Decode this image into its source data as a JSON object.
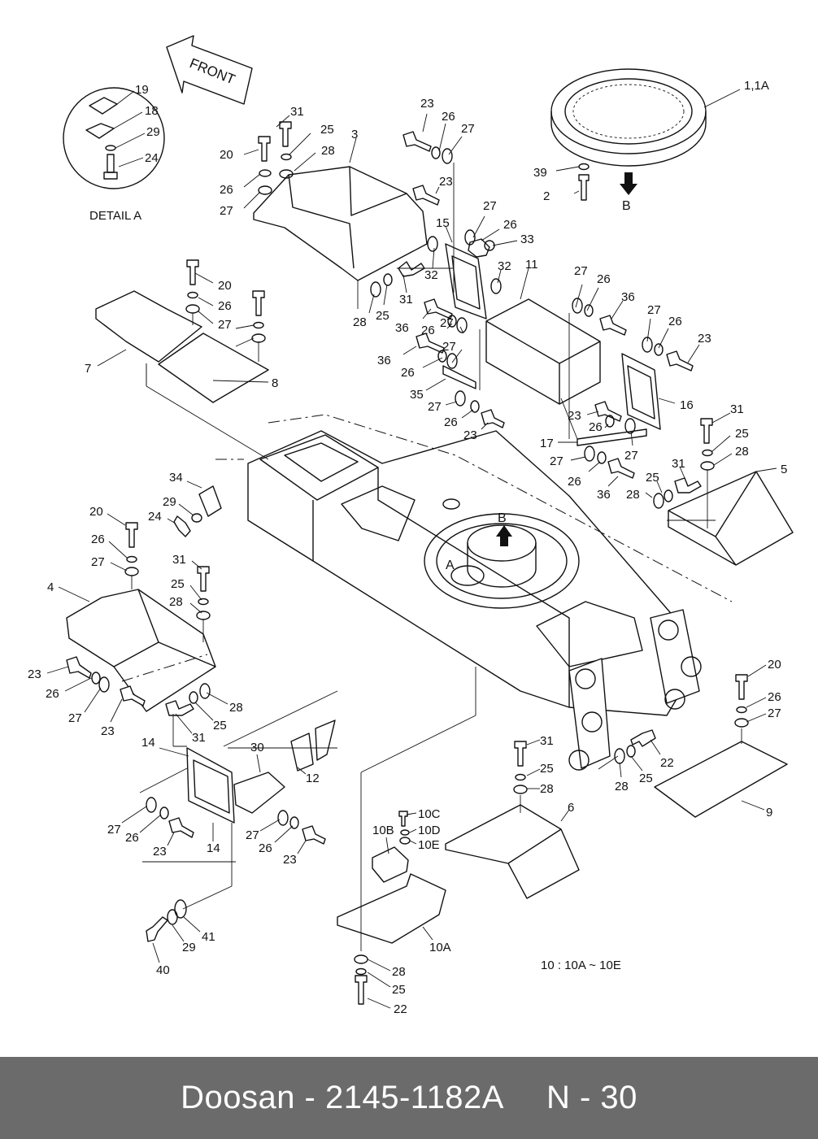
{
  "diagram": {
    "front_arrow_label": "FRONT",
    "detail_title": "DETAIL  A",
    "view_marker_top": "B",
    "view_marker_center": "B",
    "detail_marker": "A",
    "group_note": "10 : 10A ~ 10E",
    "callouts": [
      {
        "id": "c-19",
        "text": "19"
      },
      {
        "id": "c-18",
        "text": "18"
      },
      {
        "id": "c-29a",
        "text": "29"
      },
      {
        "id": "c-24a",
        "text": "24"
      },
      {
        "id": "c-31a",
        "text": "31"
      },
      {
        "id": "c-25a",
        "text": "25"
      },
      {
        "id": "c-3",
        "text": "3"
      },
      {
        "id": "c-20a",
        "text": "20"
      },
      {
        "id": "c-28a",
        "text": "28"
      },
      {
        "id": "c-26a",
        "text": "26"
      },
      {
        "id": "c-27a",
        "text": "27"
      },
      {
        "id": "c-23a",
        "text": "23"
      },
      {
        "id": "c-26b",
        "text": "26"
      },
      {
        "id": "c-27b",
        "text": "27"
      },
      {
        "id": "c-23b",
        "text": "23"
      },
      {
        "id": "c-1",
        "text": "1,1A"
      },
      {
        "id": "c-39",
        "text": "39"
      },
      {
        "id": "c-2",
        "text": "2"
      },
      {
        "id": "c-27c",
        "text": "27"
      },
      {
        "id": "c-26c",
        "text": "26"
      },
      {
        "id": "c-33",
        "text": "33"
      },
      {
        "id": "c-15",
        "text": "15"
      },
      {
        "id": "c-32a",
        "text": "32"
      },
      {
        "id": "c-32b",
        "text": "32"
      },
      {
        "id": "c-11",
        "text": "11"
      },
      {
        "id": "c-20b",
        "text": "20"
      },
      {
        "id": "c-26d",
        "text": "26"
      },
      {
        "id": "c-27d",
        "text": "27"
      },
      {
        "id": "c-28b",
        "text": "28"
      },
      {
        "id": "c-25b",
        "text": "25"
      },
      {
        "id": "c-31b",
        "text": "31"
      },
      {
        "id": "c-36a",
        "text": "36"
      },
      {
        "id": "c-26e",
        "text": "26"
      },
      {
        "id": "c-27e",
        "text": "27"
      },
      {
        "id": "c-36b",
        "text": "36"
      },
      {
        "id": "c-27f",
        "text": "27"
      },
      {
        "id": "c-26f",
        "text": "26"
      },
      {
        "id": "c-27g",
        "text": "27"
      },
      {
        "id": "c-26g",
        "text": "26"
      },
      {
        "id": "c-36c",
        "text": "36"
      },
      {
        "id": "c-27h",
        "text": "27"
      },
      {
        "id": "c-26h",
        "text": "26"
      },
      {
        "id": "c-23c",
        "text": "23"
      },
      {
        "id": "c-7",
        "text": "7"
      },
      {
        "id": "c-8",
        "text": "8"
      },
      {
        "id": "c-35",
        "text": "35"
      },
      {
        "id": "c-27i",
        "text": "27"
      },
      {
        "id": "c-26i",
        "text": "26"
      },
      {
        "id": "c-23d",
        "text": "23"
      },
      {
        "id": "c-23e",
        "text": "23"
      },
      {
        "id": "c-26j",
        "text": "26"
      },
      {
        "id": "c-16",
        "text": "16"
      },
      {
        "id": "c-27j",
        "text": "27"
      },
      {
        "id": "c-17",
        "text": "17"
      },
      {
        "id": "c-27k",
        "text": "27"
      },
      {
        "id": "c-26k",
        "text": "26"
      },
      {
        "id": "c-36d",
        "text": "36"
      },
      {
        "id": "c-31c",
        "text": "31"
      },
      {
        "id": "c-25c",
        "text": "25"
      },
      {
        "id": "c-28c",
        "text": "28"
      },
      {
        "id": "c-5",
        "text": "5"
      },
      {
        "id": "c-31d",
        "text": "31"
      },
      {
        "id": "c-25d",
        "text": "25"
      },
      {
        "id": "c-28d",
        "text": "28"
      },
      {
        "id": "c-34",
        "text": "34"
      },
      {
        "id": "c-29b",
        "text": "29"
      },
      {
        "id": "c-24b",
        "text": "24"
      },
      {
        "id": "c-20c",
        "text": "20"
      },
      {
        "id": "c-26l",
        "text": "26"
      },
      {
        "id": "c-27l",
        "text": "27"
      },
      {
        "id": "c-31e",
        "text": "31"
      },
      {
        "id": "c-25e",
        "text": "25"
      },
      {
        "id": "c-28e",
        "text": "28"
      },
      {
        "id": "c-4",
        "text": "4"
      },
      {
        "id": "c-23f",
        "text": "23"
      },
      {
        "id": "c-26m",
        "text": "26"
      },
      {
        "id": "c-27m",
        "text": "27"
      },
      {
        "id": "c-23g",
        "text": "23"
      },
      {
        "id": "c-28f",
        "text": "28"
      },
      {
        "id": "c-25f",
        "text": "25"
      },
      {
        "id": "c-31f",
        "text": "31"
      },
      {
        "id": "c-20d",
        "text": "20"
      },
      {
        "id": "c-26n",
        "text": "26"
      },
      {
        "id": "c-27n",
        "text": "27"
      },
      {
        "id": "c-31g",
        "text": "31"
      },
      {
        "id": "c-22a",
        "text": "22"
      },
      {
        "id": "c-28g",
        "text": "28"
      },
      {
        "id": "c-25g",
        "text": "25"
      },
      {
        "id": "c-25h",
        "text": "25"
      },
      {
        "id": "c-28h",
        "text": "28"
      },
      {
        "id": "c-9",
        "text": "9"
      },
      {
        "id": "c-6",
        "text": "6"
      },
      {
        "id": "c-14a",
        "text": "14"
      },
      {
        "id": "c-30",
        "text": "30"
      },
      {
        "id": "c-12",
        "text": "12"
      },
      {
        "id": "c-27o",
        "text": "27"
      },
      {
        "id": "c-26o",
        "text": "26"
      },
      {
        "id": "c-23h",
        "text": "23"
      },
      {
        "id": "c-14b",
        "text": "14"
      },
      {
        "id": "c-27p",
        "text": "27"
      },
      {
        "id": "c-26p",
        "text": "26"
      },
      {
        "id": "c-23i",
        "text": "23"
      },
      {
        "id": "c-10c",
        "text": "10C"
      },
      {
        "id": "c-10b",
        "text": "10B"
      },
      {
        "id": "c-10d",
        "text": "10D"
      },
      {
        "id": "c-10e",
        "text": "10E"
      },
      {
        "id": "c-10a",
        "text": "10A"
      },
      {
        "id": "c-28i",
        "text": "28"
      },
      {
        "id": "c-25i",
        "text": "25"
      },
      {
        "id": "c-22b",
        "text": "22"
      },
      {
        "id": "c-41",
        "text": "41"
      },
      {
        "id": "c-29c",
        "text": "29"
      },
      {
        "id": "c-40",
        "text": "40"
      }
    ]
  },
  "footer": {
    "part_ref": "Doosan - 2145-1182A",
    "page_ref": "N - 30"
  }
}
